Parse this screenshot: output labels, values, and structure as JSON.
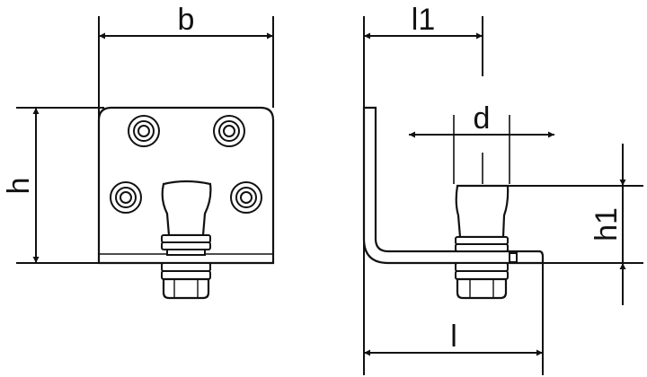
{
  "drawing": {
    "line_color": "#111111",
    "fill_color": "#ffffff",
    "labels": {
      "b": "b",
      "h": "h",
      "l1": "l1",
      "d": "d",
      "h1": "h1",
      "l": "l"
    }
  }
}
